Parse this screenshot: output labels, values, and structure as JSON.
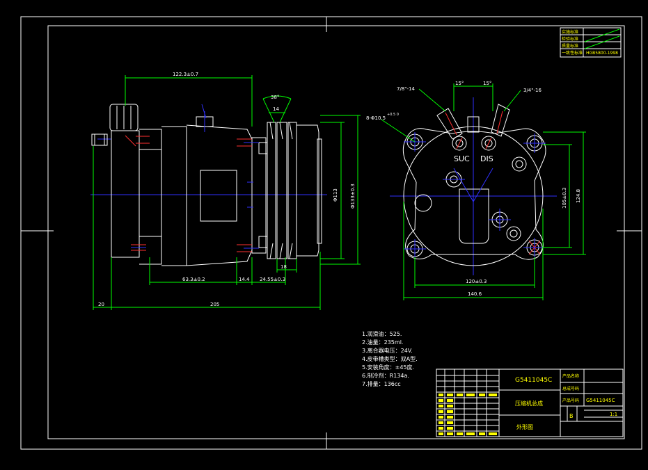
{
  "title_block": {
    "part_number": "G5411045C",
    "part_number_small": "G5411045C",
    "product_name": "压缩机总成",
    "drawing_type": "外形图",
    "scale": "1:1",
    "revision": "B",
    "labels": [
      "产品名称",
      "总成号码",
      "产品号码"
    ]
  },
  "standard_table": {
    "rows": [
      "实施标准",
      "检验标准",
      "质量标准",
      "一致性标准"
    ],
    "standard": "HGB5800-1998"
  },
  "dimensions": {
    "top_length": "122.3±0.7",
    "groove_angle": "38°",
    "groove_width": "14",
    "pulley_dia_1": "Φ113",
    "pulley_dia_2": "Φ133±0.3",
    "bottom_1": "63.3±0.2",
    "bottom_2": "14.4",
    "bottom_3": "24.55±0.3",
    "bottom_4": "18",
    "overall_left": "20",
    "overall_length": "205",
    "fitting_left": "7/8\"-14",
    "fitting_right": "3/4\"-16",
    "angle_left": "15°",
    "angle_right": "15°",
    "holes": "8-Φ10.5",
    "holes_tol": "+0.5 0",
    "right_v1": "105±0.3",
    "right_v2": "124.8",
    "bottom_r1": "120±0.3",
    "bottom_r2": "140.6",
    "suc": "SUC",
    "dis": "DIS"
  },
  "notes": [
    "1.润滑油：525.",
    "2.油量：235ml.",
    "3.离合器电压：24V.",
    "4.皮带槽类型：双A型.",
    "5.安装角度：±45度.",
    "6.制冷剂：R134a.",
    "7.排量：136cc"
  ],
  "colors": {
    "outline": "#ffffff",
    "dimension": "#00ff00",
    "centerline": "#3030ff",
    "hidden": "#ff3030",
    "note": "#ffffff",
    "table_text": "#ffff00"
  }
}
